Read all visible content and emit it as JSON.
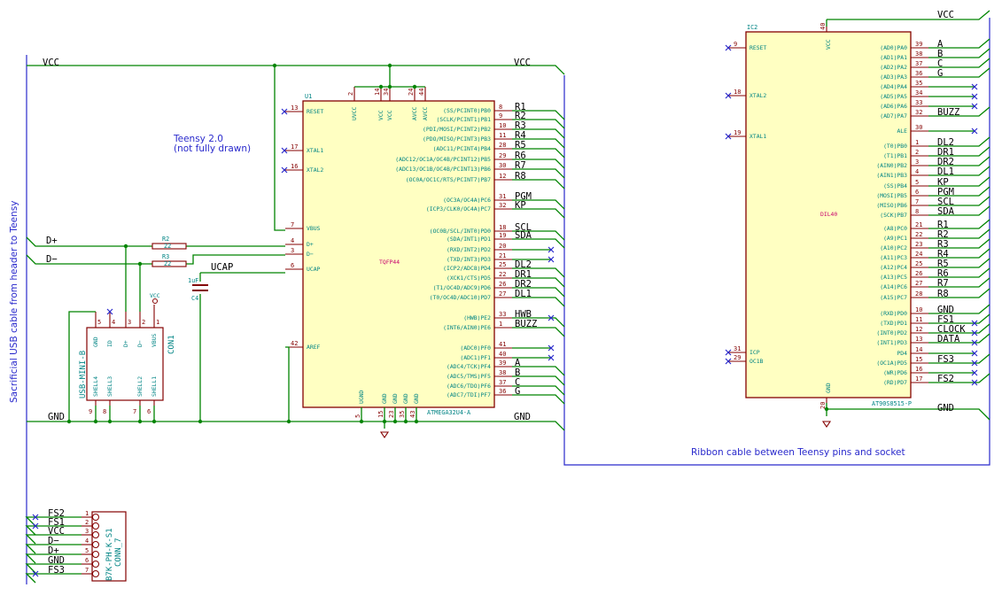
{
  "notes": {
    "teensy_line1": "Teensy 2.0",
    "teensy_line2": "(not fully drawn)",
    "sacrificial": "Sacrificial USB cable from header to Teensy",
    "ribbon": "Ribbon cable between Teensy pins and socket"
  },
  "nets": {
    "vcc": "VCC",
    "gnd": "GND",
    "dplus": "D+",
    "dminus": "D−",
    "ucap": "UCAP",
    "r1": "R1",
    "r2": "R2",
    "r3": "R3",
    "r4": "R4",
    "r5": "R5",
    "r6": "R6",
    "r7": "R7",
    "r8": "R8",
    "pgm": "PGM",
    "kp": "KP",
    "scl": "SCL",
    "sda": "SDA",
    "dl2": "DL2",
    "dr1": "DR1",
    "dr2": "DR2",
    "dl1": "DL1",
    "hwb": "HWB",
    "buzz": "BUZZ",
    "a": "A",
    "b": "B",
    "c": "C",
    "g": "G",
    "fs1": "FS1",
    "fs2": "FS2",
    "fs3": "FS3",
    "clock": "CLOCK",
    "data": "DATA"
  },
  "u1": {
    "ref": "U1",
    "value": "ATMEGA32U4-A",
    "package": "TQFP44",
    "left_pins": [
      {
        "num": "13",
        "name": "RESET"
      },
      {
        "num": "17",
        "name": "XTAL1"
      },
      {
        "num": "16",
        "name": "XTAL2"
      },
      {
        "num": "7",
        "name": "VBUS"
      },
      {
        "num": "4",
        "name": "D+"
      },
      {
        "num": "3",
        "name": "D−"
      },
      {
        "num": "6",
        "name": "UCAP"
      },
      {
        "num": "42",
        "name": "AREF"
      }
    ],
    "top_pins": [
      {
        "num": "2",
        "name": "UVCC"
      },
      {
        "num": "14",
        "name": "VCC"
      },
      {
        "num": "34",
        "name": "VCC"
      },
      {
        "num": "24",
        "name": "AVCC"
      },
      {
        "num": "44",
        "name": "AVCC"
      }
    ],
    "bottom_pins": [
      {
        "num": "5",
        "name": "UGND"
      },
      {
        "num": "15",
        "name": "GND"
      },
      {
        "num": "23",
        "name": "GND"
      },
      {
        "num": "35",
        "name": "GND"
      },
      {
        "num": "43",
        "name": "GND"
      }
    ],
    "right_pins": [
      {
        "num": "8",
        "name": "(SS/PCINT0)PB0"
      },
      {
        "num": "9",
        "name": "(SCLK/PCINT1)PB1"
      },
      {
        "num": "10",
        "name": "(PDI/MOSI/PCINT2)PB2"
      },
      {
        "num": "11",
        "name": "(PDO/MISO/PCINT3)PB3"
      },
      {
        "num": "28",
        "name": "(ADC11/PCINT4)PB4"
      },
      {
        "num": "29",
        "name": "(ADC12/OC1A/OC4B/PCINT12)PB5"
      },
      {
        "num": "30",
        "name": "(ADC13/OC1B/OC4B/PCINT13)PB6"
      },
      {
        "num": "12",
        "name": "(OC0A/OC1C/RTS/PCINT7)PB7"
      },
      {
        "num": "31",
        "name": "(OC3A/OC4A)PC6"
      },
      {
        "num": "32",
        "name": "(ICP3/CLK0/OC4A)PC7"
      },
      {
        "num": "18",
        "name": "(OC0B/SCL/INT0)PD0"
      },
      {
        "num": "19",
        "name": "(SDA/INT1)PD1"
      },
      {
        "num": "20",
        "name": "(RXD/INT2)PD2"
      },
      {
        "num": "21",
        "name": "(TXD/INT3)PD3"
      },
      {
        "num": "25",
        "name": "(ICP2/ADC8)PD4"
      },
      {
        "num": "22",
        "name": "(XCK1/CTS)PD5"
      },
      {
        "num": "26",
        "name": "(T1/OC4D/ADC9)PD6"
      },
      {
        "num": "27",
        "name": "(T0/OC4D/ADC10)PD7"
      },
      {
        "num": "33",
        "name": "(HWB)PE2"
      },
      {
        "num": "1",
        "name": "(INT6/AIN0)PE6"
      },
      {
        "num": "41",
        "name": "(ADC0)PF0"
      },
      {
        "num": "40",
        "name": "(ADC1)PF1"
      },
      {
        "num": "39",
        "name": "(ADC4/TCK)PF4"
      },
      {
        "num": "38",
        "name": "(ADC5/TMS)PF5"
      },
      {
        "num": "37",
        "name": "(ADC6/TDO)PF6"
      },
      {
        "num": "36",
        "name": "(ADC7/TDI)PF7"
      }
    ]
  },
  "ic2": {
    "ref": "IC2",
    "value": "AT90S8515-P",
    "package": "DIL40",
    "top_pin": {
      "num": "40",
      "name": "VCC"
    },
    "bottom_pin": {
      "num": "20",
      "name": "GND"
    },
    "left_pins": [
      {
        "num": "9",
        "name": "RESET"
      },
      {
        "num": "18",
        "name": "XTAL2"
      },
      {
        "num": "19",
        "name": "XTAL1"
      },
      {
        "num": "31",
        "name": "ICP"
      },
      {
        "num": "29",
        "name": "OC1B"
      }
    ],
    "right_pins": [
      {
        "num": "39",
        "name": "(AD0)PA0"
      },
      {
        "num": "38",
        "name": "(AD1)PA1"
      },
      {
        "num": "37",
        "name": "(AD2)PA2"
      },
      {
        "num": "36",
        "name": "(AD3)PA3"
      },
      {
        "num": "35",
        "name": "(AD4)PA4"
      },
      {
        "num": "34",
        "name": "(AD5)PA5"
      },
      {
        "num": "33",
        "name": "(AD6)PA6"
      },
      {
        "num": "32",
        "name": "(AD7)PA7"
      },
      {
        "num": "30",
        "name": "ALE"
      },
      {
        "num": "1",
        "name": "(T0)PB0"
      },
      {
        "num": "2",
        "name": "(T1)PB1"
      },
      {
        "num": "3",
        "name": "(AIN0)PB2"
      },
      {
        "num": "4",
        "name": "(AIN1)PB3"
      },
      {
        "num": "5",
        "name": "(SS)PB4"
      },
      {
        "num": "6",
        "name": "(MOSI)PB5"
      },
      {
        "num": "7",
        "name": "(MISO)PB6"
      },
      {
        "num": "8",
        "name": "(SCK)PB7"
      },
      {
        "num": "21",
        "name": "(A8)PC0"
      },
      {
        "num": "22",
        "name": "(A9)PC1"
      },
      {
        "num": "23",
        "name": "(A10)PC2"
      },
      {
        "num": "24",
        "name": "(A11)PC3"
      },
      {
        "num": "25",
        "name": "(A12)PC4"
      },
      {
        "num": "26",
        "name": "(A13)PC5"
      },
      {
        "num": "27",
        "name": "(A14)PC6"
      },
      {
        "num": "28",
        "name": "(A15)PC7"
      },
      {
        "num": "10",
        "name": "(RXD)PD0"
      },
      {
        "num": "11",
        "name": "(TXD)PD1"
      },
      {
        "num": "12",
        "name": "(INT0)PD2"
      },
      {
        "num": "13",
        "name": "(INT1)PD3"
      },
      {
        "num": "14",
        "name": "PD4"
      },
      {
        "num": "15",
        "name": "(OC1A)PD5"
      },
      {
        "num": "16",
        "name": "(WR)PD6"
      },
      {
        "num": "17",
        "name": "(RD)PD7"
      }
    ]
  },
  "r2": {
    "ref": "R2",
    "value": "22"
  },
  "r3": {
    "ref": "R3",
    "value": "22"
  },
  "c4": {
    "ref": "C4",
    "value": "1uF"
  },
  "con1": {
    "ref": "CON1",
    "value": "USB-MINI-B",
    "top_pins": [
      {
        "num": "5",
        "name": "GND"
      },
      {
        "num": "4",
        "name": "ID"
      },
      {
        "num": "3",
        "name": "D+"
      },
      {
        "num": "2",
        "name": "D−"
      },
      {
        "num": "1",
        "name": "VBUS"
      }
    ],
    "bottom_pins": [
      {
        "num": "9",
        "name": "SHELL4"
      },
      {
        "num": "8",
        "name": "SHELL3"
      },
      {
        "num": "7",
        "name": "SHELL2"
      },
      {
        "num": "6",
        "name": "SHELL1"
      }
    ],
    "vcc_label": "VCC"
  },
  "conn7": {
    "ref": "CONN_7",
    "value": "B7K-PH-K-S1",
    "pins": [
      "1",
      "2",
      "3",
      "4",
      "5",
      "6",
      "7"
    ],
    "labels": [
      "FS2",
      "FS1",
      "VCC",
      "D−",
      "D+",
      "GND",
      "FS3"
    ]
  }
}
